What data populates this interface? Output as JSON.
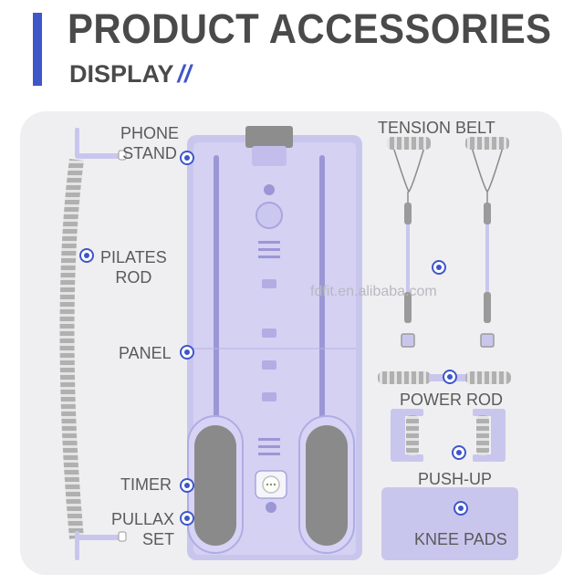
{
  "header": {
    "title": "PRODUCT ACCESSORIES",
    "subtitle": "DISPLAY",
    "subtitle_mark": "//",
    "accent_color": "#3f56c9"
  },
  "labels": {
    "phone_stand": [
      "PHONE",
      "STAND"
    ],
    "pilates_rod": [
      "PILATES",
      "ROD"
    ],
    "panel": "PANEL",
    "timer": "TIMER",
    "pullax_set": [
      "PULLAX",
      "SET"
    ],
    "tension_belt": "TENSION BELT",
    "power_rod": "POWER ROD",
    "push_up": "PUSH-UP",
    "knee_pads": "KNEE PADS"
  },
  "watermark": "fdfit.en.alibaba.com",
  "colors": {
    "background": "#efeff1",
    "board": "#c9c6ee",
    "pad": "#8a8a8a",
    "foam": "#a9a9a9"
  }
}
